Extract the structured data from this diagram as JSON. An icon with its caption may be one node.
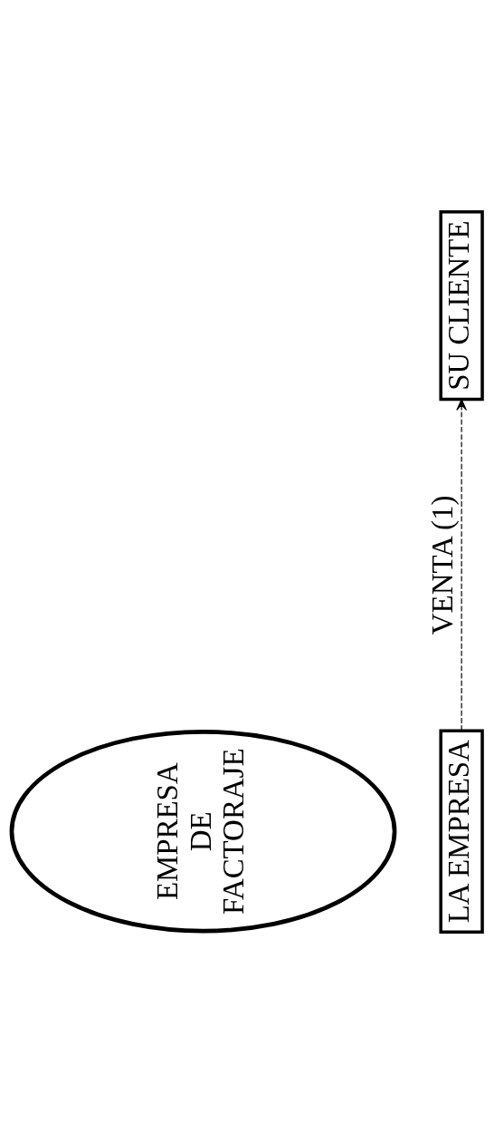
{
  "diagram": {
    "nodes": [
      {
        "text": [
          "LA EMPRESA"
        ]
      },
      {
        "text": [
          "SU CLIENTE"
        ]
      },
      {
        "text": [
          "EMPRESA DE FACTORAJE"
        ]
      }
    ],
    "edges": [
      {
        "from": 0,
        "to": 1,
        "arrow": "to",
        "label": "VENTA (1)",
        "style": "dashed"
      }
    ]
  }
}
